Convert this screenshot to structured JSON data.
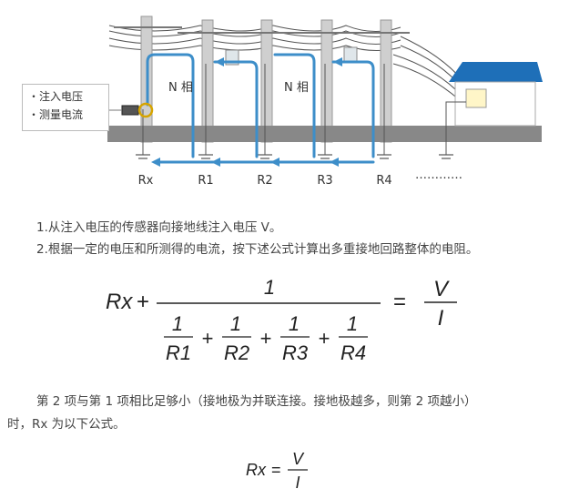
{
  "diagram": {
    "callout_items": [
      "・注入电压",
      "・测量电流"
    ],
    "phase_label_1": "N 相",
    "phase_label_2": "N 相",
    "ground_labels": [
      "Rx",
      "R1",
      "R2",
      "R3",
      "R4"
    ],
    "ellipsis": "…………",
    "colors": {
      "loop": "#3d8ec9",
      "house_roof": "#1e6fb8",
      "ground": "#888888",
      "pole": "#cfcfcf"
    }
  },
  "text": {
    "step1": "1.从注入电压的传感器向接地线注入电压 V。",
    "step2": "2.根据一定的电压和所测得的电流，按下述公式计算出多重接地回路整体的电阻。",
    "para_line1": "第 2 项与第 1 项相比足够小（接地极为并联连接。接地极越多，则第 2 项越小）",
    "para_line2": "时，Rx 为以下公式。"
  },
  "formula1": {
    "lhs": "Rx",
    "plus": "+",
    "numerator": "1",
    "term_num": "1",
    "terms": [
      "R1",
      "R2",
      "R3",
      "R4"
    ],
    "equals": "=",
    "rhs_num": "V",
    "rhs_den": "I"
  },
  "formula2": {
    "lhs": "Rx",
    "equals": "=",
    "num": "V",
    "den": "I"
  }
}
